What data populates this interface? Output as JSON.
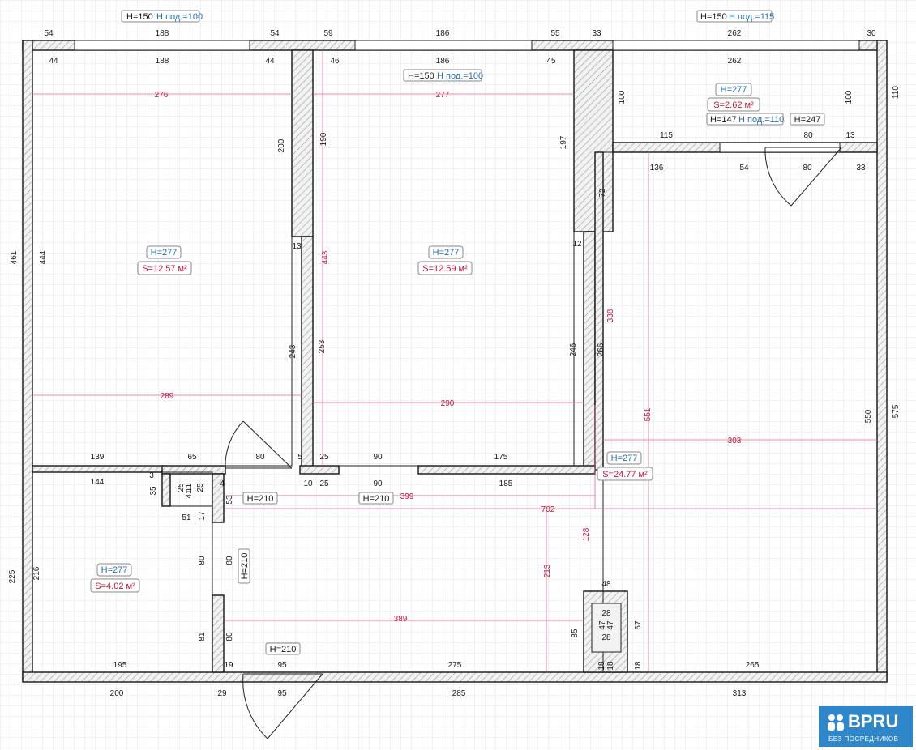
{
  "rooms": [
    {
      "h": "H=277",
      "s": "S=12.57 м²"
    },
    {
      "h": "H=277",
      "s": "S=12.59 м²"
    },
    {
      "h": "H=277",
      "s": "S=2.62 м²"
    },
    {
      "h": "H=277",
      "s": "S=24.77 м²"
    },
    {
      "h": "H=277",
      "s": "S=4.02 м²"
    }
  ],
  "window_labels": [
    {
      "h": "H=150",
      "sill": "Н под.=100"
    },
    {
      "h": "H=150",
      "sill": "Н под.=115"
    },
    {
      "h": "H=150",
      "sill": "Н под.=100"
    },
    {
      "h": "H=147",
      "sill": "Н под.=110"
    }
  ],
  "door_labels": [
    "H=247",
    "H=210",
    "H=210",
    "H=210",
    "H=210"
  ],
  "dims_black": [
    "54",
    "188",
    "54",
    "59",
    "186",
    "55",
    "33",
    "262",
    "30",
    "44",
    "188",
    "44",
    "46",
    "186",
    "45",
    "262",
    "110",
    "100",
    "100",
    "115",
    "80",
    "13",
    "136",
    "54",
    "80",
    "33",
    "461",
    "444",
    "200",
    "190",
    "197",
    "13",
    "12",
    "72",
    "243",
    "253",
    "246",
    "266",
    "550",
    "575",
    "139",
    "65",
    "80",
    "5",
    "25",
    "90",
    "175",
    "144",
    "3",
    "35",
    "25",
    "11",
    "41",
    "25",
    "4",
    "51",
    "10",
    "25",
    "90",
    "185",
    "53",
    "17",
    "80",
    "80",
    "216",
    "225",
    "48",
    "28",
    "47",
    "47",
    "28",
    "85",
    "67",
    "81",
    "80",
    "195",
    "19",
    "95",
    "275",
    "18",
    "18",
    "18",
    "265",
    "200",
    "29",
    "95",
    "285",
    "313"
  ],
  "dims_red": [
    "276",
    "277",
    "289",
    "290",
    "443",
    "338",
    "551",
    "303",
    "399",
    "702",
    "128",
    "213",
    "389"
  ],
  "logo": {
    "brand": "BPRU",
    "tagline": "БЕЗ ПОСРЕДНИКОВ"
  }
}
